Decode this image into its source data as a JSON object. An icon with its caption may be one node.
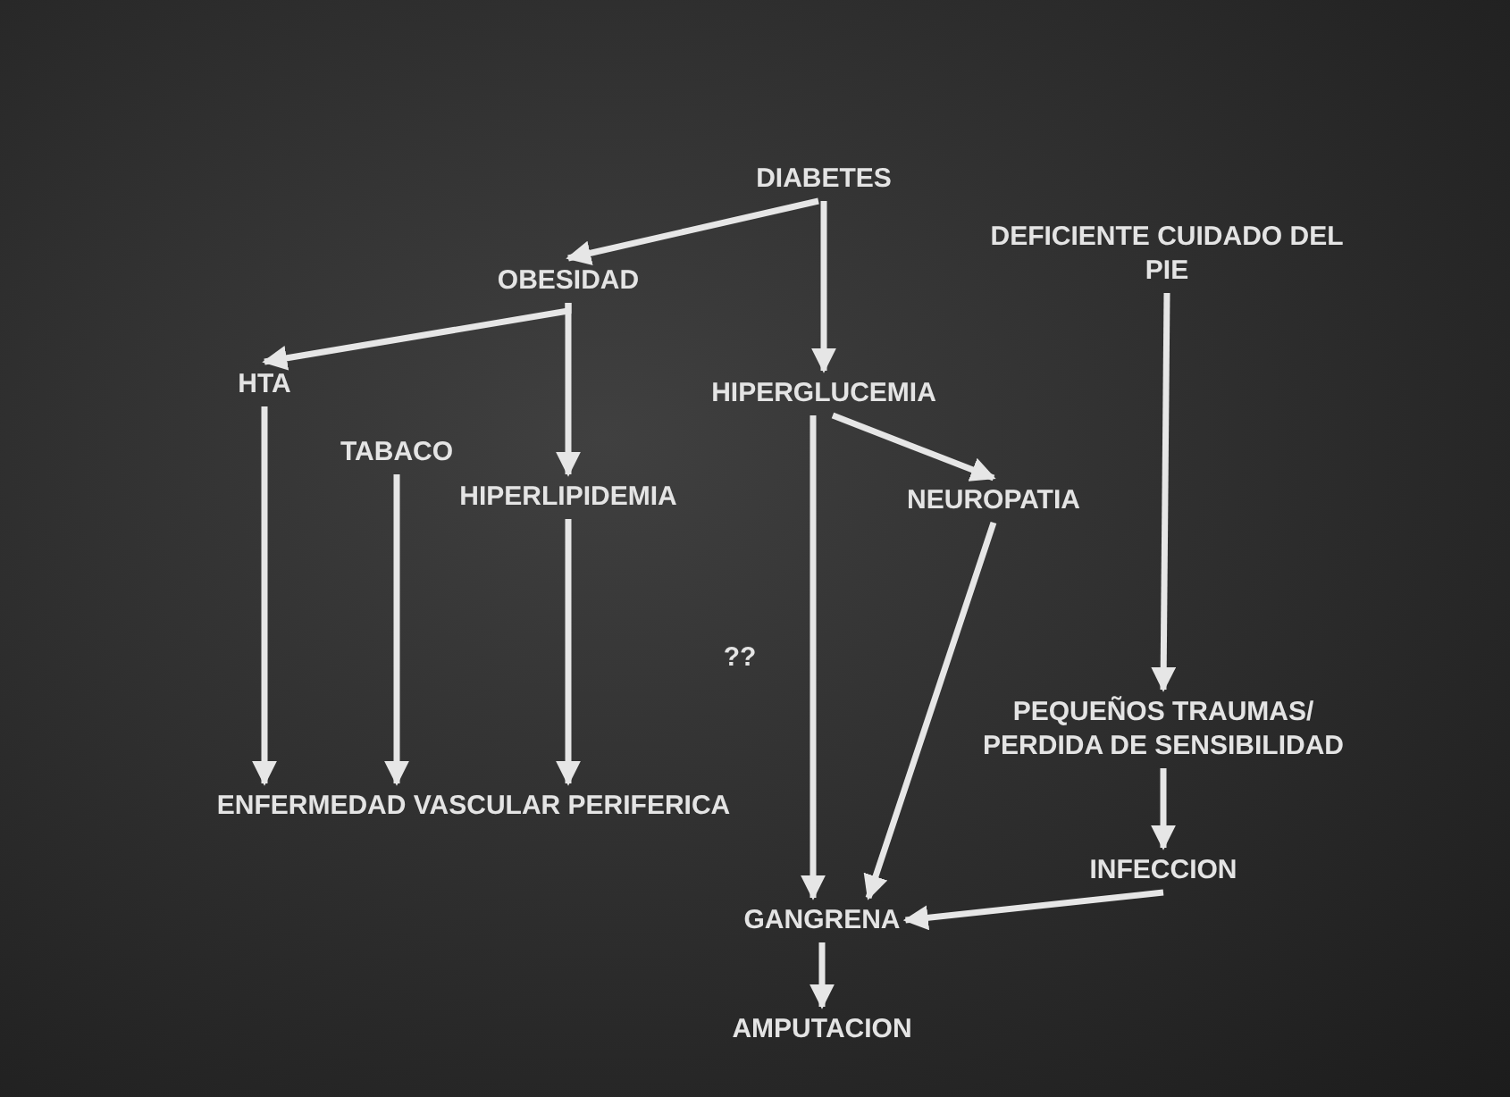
{
  "diagram": {
    "nodes": [
      {
        "text": [
          "DIABETES"
        ]
      },
      {
        "text": [
          "OBESIDAD"
        ]
      },
      {
        "text": [
          "DEFICIENTE CUIDADO DEL PIE"
        ]
      },
      {
        "text": [
          "HTA"
        ]
      },
      {
        "text": [
          "HIPERGLUCEMIA"
        ]
      },
      {
        "text": [
          "TABACO"
        ]
      },
      {
        "text": [
          "HIPERLIPIDEMIA"
        ]
      },
      {
        "text": [
          "NEUROPATIA"
        ]
      },
      {
        "text": [
          "PEQUEÑOS TRAUMAS/ PERDIDA DE SENSIBILIDAD"
        ]
      },
      {
        "text": [
          "ENFERMEDAD VASCULAR PERIFERICA"
        ]
      },
      {
        "text": [
          "INFECCION"
        ]
      },
      {
        "text": [
          "GANGRENA"
        ]
      },
      {
        "text": [
          "AMPUTACION"
        ]
      }
    ],
    "edges": [
      {
        "from": 0,
        "to": 1,
        "arrow": "to"
      },
      {
        "from": 0,
        "to": 4,
        "arrow": "to"
      },
      {
        "from": 1,
        "to": 3,
        "arrow": "to"
      },
      {
        "from": 1,
        "to": 6,
        "arrow": "to"
      },
      {
        "from": 3,
        "to": 9,
        "arrow": "to"
      },
      {
        "from": 5,
        "to": 9,
        "arrow": "to"
      },
      {
        "from": 6,
        "to": 9,
        "arrow": "to"
      },
      {
        "from": 4,
        "to": 7,
        "arrow": "to"
      },
      {
        "from": 4,
        "to": 11,
        "arrow": "to"
      },
      {
        "from": 7,
        "to": 11,
        "arrow": "to"
      },
      {
        "from": 2,
        "to": 8,
        "arrow": "to"
      },
      {
        "from": 8,
        "to": 10,
        "arrow": "to"
      },
      {
        "from": 10,
        "to": 11,
        "arrow": "to"
      },
      {
        "from": 11,
        "to": 12,
        "arrow": "to"
      }
    ],
    "labels": [
      "??"
    ]
  }
}
